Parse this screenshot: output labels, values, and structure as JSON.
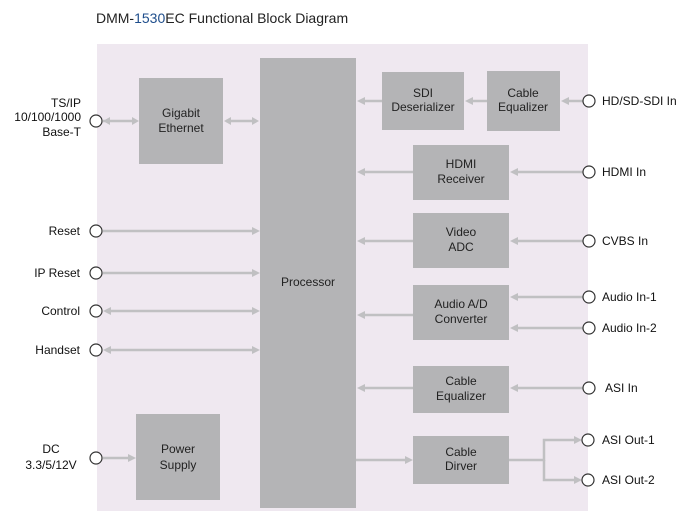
{
  "title": {
    "prefix": "DMM-",
    "model_number": "1530",
    "suffix": "EC Functional Block Diagram"
  },
  "colors": {
    "panel": "#efe8f0",
    "block": "#b4b4b6",
    "connector": "#c0c0c2",
    "title_number": "#1f4e8c"
  },
  "blocks": {
    "gigabit_ethernet": [
      "Gigabit",
      "Ethernet"
    ],
    "processor": [
      "Processor"
    ],
    "sdi_deserializer": [
      "SDI",
      "Deserializer"
    ],
    "cable_equalizer_sdi": [
      "Cable",
      "Equalizer"
    ],
    "hdmi_receiver": [
      "HDMI",
      "Receiver"
    ],
    "video_adc": [
      "Video",
      "ADC"
    ],
    "audio_ad_converter": [
      "Audio A/D",
      "Converter"
    ],
    "cable_equalizer_asi": [
      "Cable",
      "Equalizer"
    ],
    "cable_driver": [
      "Cable",
      "Dirver"
    ],
    "power_supply": [
      "Power",
      "Supply"
    ]
  },
  "left_ports": {
    "ts_ip": [
      "TS/IP",
      "10/100/1000",
      "Base-T"
    ],
    "reset": "Reset",
    "ip_reset": "IP Reset",
    "control": "Control",
    "handset": "Handset",
    "dc": [
      "DC",
      "3.3/5/12V"
    ]
  },
  "right_ports": {
    "hd_sd_sdi_in": "HD/SD-SDI In",
    "hdmi_in": "HDMI In",
    "cvbs_in": "CVBS In",
    "audio_in_1": "Audio In-1",
    "audio_in_2": "Audio In-2",
    "asi_in": "ASI In",
    "asi_out_1": "ASI Out-1",
    "asi_out_2": "ASI Out-2"
  }
}
